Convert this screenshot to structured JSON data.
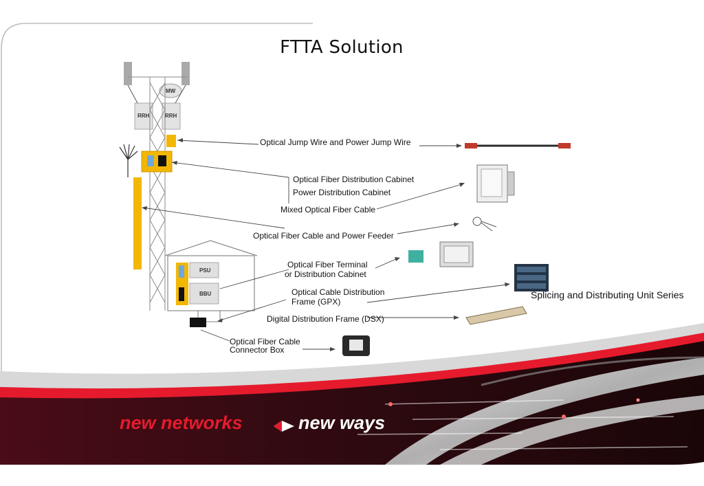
{
  "title": "FTTA Solution",
  "tower_tags": {
    "mw": "MW",
    "rrh_left": "RRH",
    "rrh_right": "RRH",
    "psu": "PSU",
    "bbu": "BBU"
  },
  "labels": {
    "jump_wire": "Optical Jump Wire and Power Jump Wire",
    "fiber_dist_cabinet": "Optical Fiber Distribution Cabinet",
    "power_dist_cabinet": "Power Distribution Cabinet",
    "mixed_cable": "Mixed Optical Fiber Cable",
    "cable_feeder": "Optical Fiber Cable and Power Feeder",
    "terminal_line1": "Optical Fiber Terminal",
    "terminal_line2": "or Distribution Cabinet",
    "gpx_line1": "Optical Cable Distribution",
    "gpx_line2": "Frame (GPX)",
    "dsx": "Digital Distribution Frame (DSX)",
    "connector_line1": "Optical Fiber Cable",
    "connector_line2": "Connector Box",
    "splicing_series": "Splicing and Distributing Unit Series"
  },
  "banner": {
    "left_text": "new networks",
    "right_text": "new ways"
  },
  "colors": {
    "accent_red": "#e51b2d",
    "tower_yellow": "#f2b705",
    "banner_dark": "#3a0a12"
  }
}
